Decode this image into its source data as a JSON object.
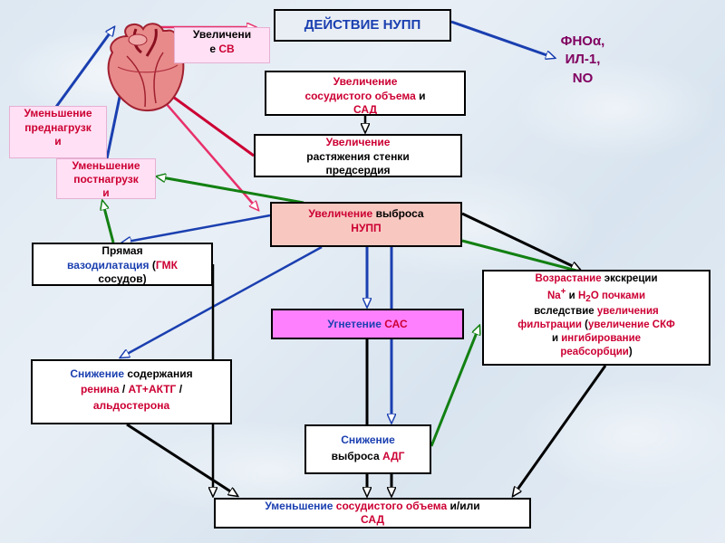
{
  "title": "ДЕЙСТВИЕ НУПП",
  "mediators": {
    "line1": "ФНОα,",
    "line2": "ИЛ-1,",
    "line3": "NO"
  },
  "heart": {
    "icon": "heart-icon"
  },
  "cardiac_output": {
    "part1": "Увеличени",
    "part2": "е ",
    "part3": "СВ"
  },
  "preload": {
    "line1": "Уменьшение",
    "line2": "преднагрузк",
    "line3": "и"
  },
  "afterload": {
    "line1": "Уменьшение",
    "line2": "постнагрузк",
    "line3": "и"
  },
  "volume_sad": {
    "line1": "Увеличение",
    "line2a": "сосудистого объема",
    "line2b": " и",
    "line3": "САД"
  },
  "atrial_stretch": {
    "line1": "Увеличение",
    "line2": "растяжения стенки",
    "line3": "предсердия"
  },
  "nupp_release": {
    "part1": "Увеличение",
    "part2": " выброса",
    "line2": "НУПП"
  },
  "vasodilation": {
    "line1": "Прямая",
    "line2a": "вазодилатация",
    "line2b": " (",
    "line2c": "ГМК",
    "line3": "сосудов)"
  },
  "sas": {
    "part1": "Угнетение ",
    "part2": "САС"
  },
  "excretion": {
    "line1a": "Возрастание",
    "line1b": " экскреции",
    "line2a": "Na",
    "line2b": "+",
    "line2c": " и ",
    "line2d": "H",
    "line2e": "2",
    "line2f": "O почками",
    "line3a": "вследствие ",
    "line3b": "увеличения",
    "line4a": "фильтрации",
    "line4b": " (",
    "line4c": "увеличение СКФ",
    "line5a": "и ",
    "line5b": "ингибирование",
    "line6a": "реабсорбции",
    "line6b": ")"
  },
  "renin": {
    "line1a": "Снижение",
    "line1b": " содержания",
    "line2a": "ренина",
    "line2b": " / ",
    "line2c": "АТ+АКТГ",
    "line2d": " /",
    "line3": "альдостерона"
  },
  "adh": {
    "line1": "Снижение",
    "line2a": "выброса ",
    "line2b": "АДГ"
  },
  "volume_decrease": {
    "part1": "Уменьшение",
    "part2": " сосудистого объема",
    "part3": " и/или",
    "line2": "САД"
  },
  "colors": {
    "blue": "#1a3fb0",
    "red": "#cc0033",
    "pink_arrow": "#e8306a",
    "green": "#128012",
    "black": "#000000",
    "purple": "#800060",
    "nupp_fill": "#f8c8c0",
    "sas_fill": "#ff80ff",
    "pink_box": "#ffe0f4"
  }
}
